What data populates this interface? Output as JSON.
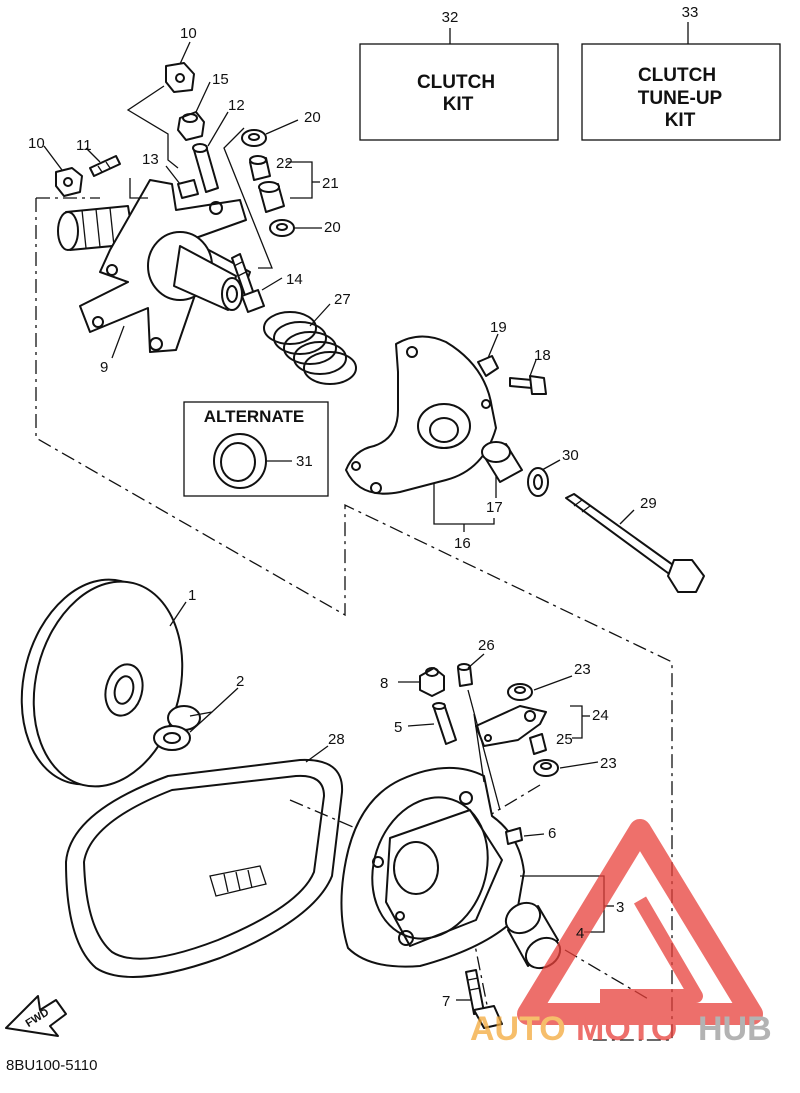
{
  "kit_boxes": [
    {
      "number": "32",
      "lines": [
        "CLUTCH",
        "KIT"
      ]
    },
    {
      "number": "33",
      "lines": [
        "CLUTCH",
        "TUNE-UP",
        "KIT"
      ]
    }
  ],
  "alternate_label": "ALTERNATE",
  "fwd_label": "FWD",
  "diagram_code": "8BU100-5110",
  "watermark": {
    "part1": "AUTO",
    "part2": "MOTO",
    "part3": "HUB"
  },
  "colors": {
    "ink": "#111111",
    "watermark_orange": "#f4a93a",
    "watermark_red": "#e8403a",
    "watermark_grey": "#9a9a9a"
  },
  "callouts": [
    {
      "id": "10a",
      "text": "10"
    },
    {
      "id": "15",
      "text": "15"
    },
    {
      "id": "12",
      "text": "12"
    },
    {
      "id": "20a",
      "text": "20"
    },
    {
      "id": "10b",
      "text": "10"
    },
    {
      "id": "11",
      "text": "11"
    },
    {
      "id": "13",
      "text": "13"
    },
    {
      "id": "22",
      "text": "22"
    },
    {
      "id": "21",
      "text": "21"
    },
    {
      "id": "20b",
      "text": "20"
    },
    {
      "id": "14",
      "text": "14"
    },
    {
      "id": "27",
      "text": "27"
    },
    {
      "id": "9",
      "text": "9"
    },
    {
      "id": "19",
      "text": "19"
    },
    {
      "id": "18",
      "text": "18"
    },
    {
      "id": "31",
      "text": "31"
    },
    {
      "id": "30",
      "text": "30"
    },
    {
      "id": "17",
      "text": "17"
    },
    {
      "id": "29",
      "text": "29"
    },
    {
      "id": "16",
      "text": "16"
    },
    {
      "id": "1",
      "text": "1"
    },
    {
      "id": "2",
      "text": "2"
    },
    {
      "id": "26",
      "text": "26"
    },
    {
      "id": "8",
      "text": "8"
    },
    {
      "id": "23a",
      "text": "23"
    },
    {
      "id": "24",
      "text": "24"
    },
    {
      "id": "5",
      "text": "5"
    },
    {
      "id": "25",
      "text": "25"
    },
    {
      "id": "28",
      "text": "28"
    },
    {
      "id": "23b",
      "text": "23"
    },
    {
      "id": "6",
      "text": "6"
    },
    {
      "id": "3",
      "text": "3"
    },
    {
      "id": "4",
      "text": "4"
    },
    {
      "id": "7",
      "text": "7"
    }
  ]
}
